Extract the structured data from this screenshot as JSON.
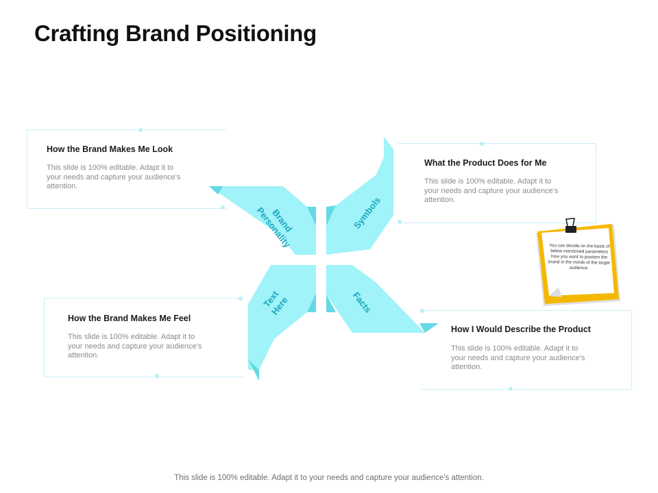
{
  "slide": {
    "title": "Crafting Brand Positioning",
    "footer": "This slide is 100% editable. Adapt it to your needs and capture your audience's attention."
  },
  "arrows": {
    "top_left": {
      "line1": "Brand",
      "line2": "Personality"
    },
    "top_right": {
      "line1": "Symbols"
    },
    "bottom_left": {
      "line1": "Text",
      "line2": "Here"
    },
    "bottom_right": {
      "line1": "Facts"
    }
  },
  "panels": {
    "top_left": {
      "heading": "How the Brand Makes Me Look",
      "body": "This slide is 100% editable. Adapt it to your needs and capture your audience's attention."
    },
    "top_right": {
      "heading": "What the Product Does for Me",
      "body": "This slide is 100% editable. Adapt it to your needs and capture your audience's attention."
    },
    "bottom_left": {
      "heading": "How the Brand Makes Me Feel",
      "body": "This slide is 100% editable. Adapt it to your needs and capture your audience's attention."
    },
    "bottom_right": {
      "heading": "How I Would Describe the Product",
      "body": "This slide is 100% editable. Adapt it to your needs and capture your audience's attention."
    }
  },
  "sticky_note": {
    "text": "You can decide on the basis of below mentioned parameters how you want to position the brand in the minds of the target audience."
  },
  "colors": {
    "arrow_fill": "#9ff3f9",
    "arrow_fold": "#63d9e4",
    "arrow_text": "#1aa6bd",
    "panel_border": "#c9f1f7",
    "note_yellow": "#f5b800"
  }
}
